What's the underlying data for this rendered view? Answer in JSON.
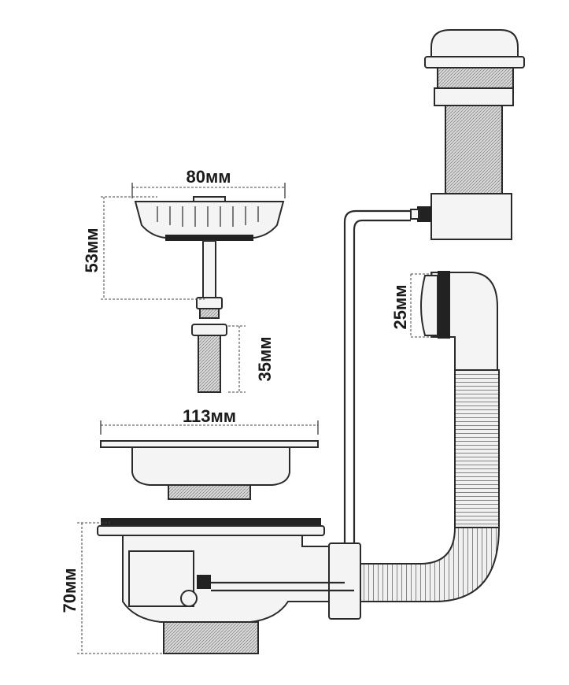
{
  "dimensions": {
    "strainer_diameter": "80мм",
    "strainer_height": "53мм",
    "screw_length": "35мм",
    "flange_diameter": "113мм",
    "overflow_diameter": "25мм",
    "body_height": "70мм"
  }
}
